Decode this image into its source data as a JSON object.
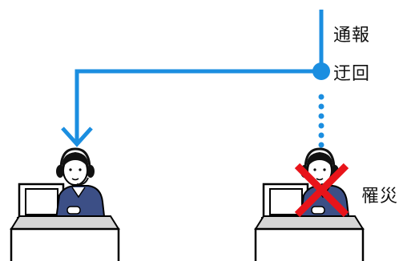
{
  "labels": {
    "notify": "通報",
    "detour": "迂回",
    "disaster": "罹災"
  },
  "colors": {
    "route_blue": "#1b8ee0",
    "cross_red": "#e8141a",
    "operator_jacket": "#3c4f86",
    "desk_grey": "#d6d6d6"
  },
  "icons": {
    "left_station": "operator-at-desk-icon",
    "right_station": "operator-at-desk-icon",
    "failure_mark": "x-mark-icon"
  }
}
